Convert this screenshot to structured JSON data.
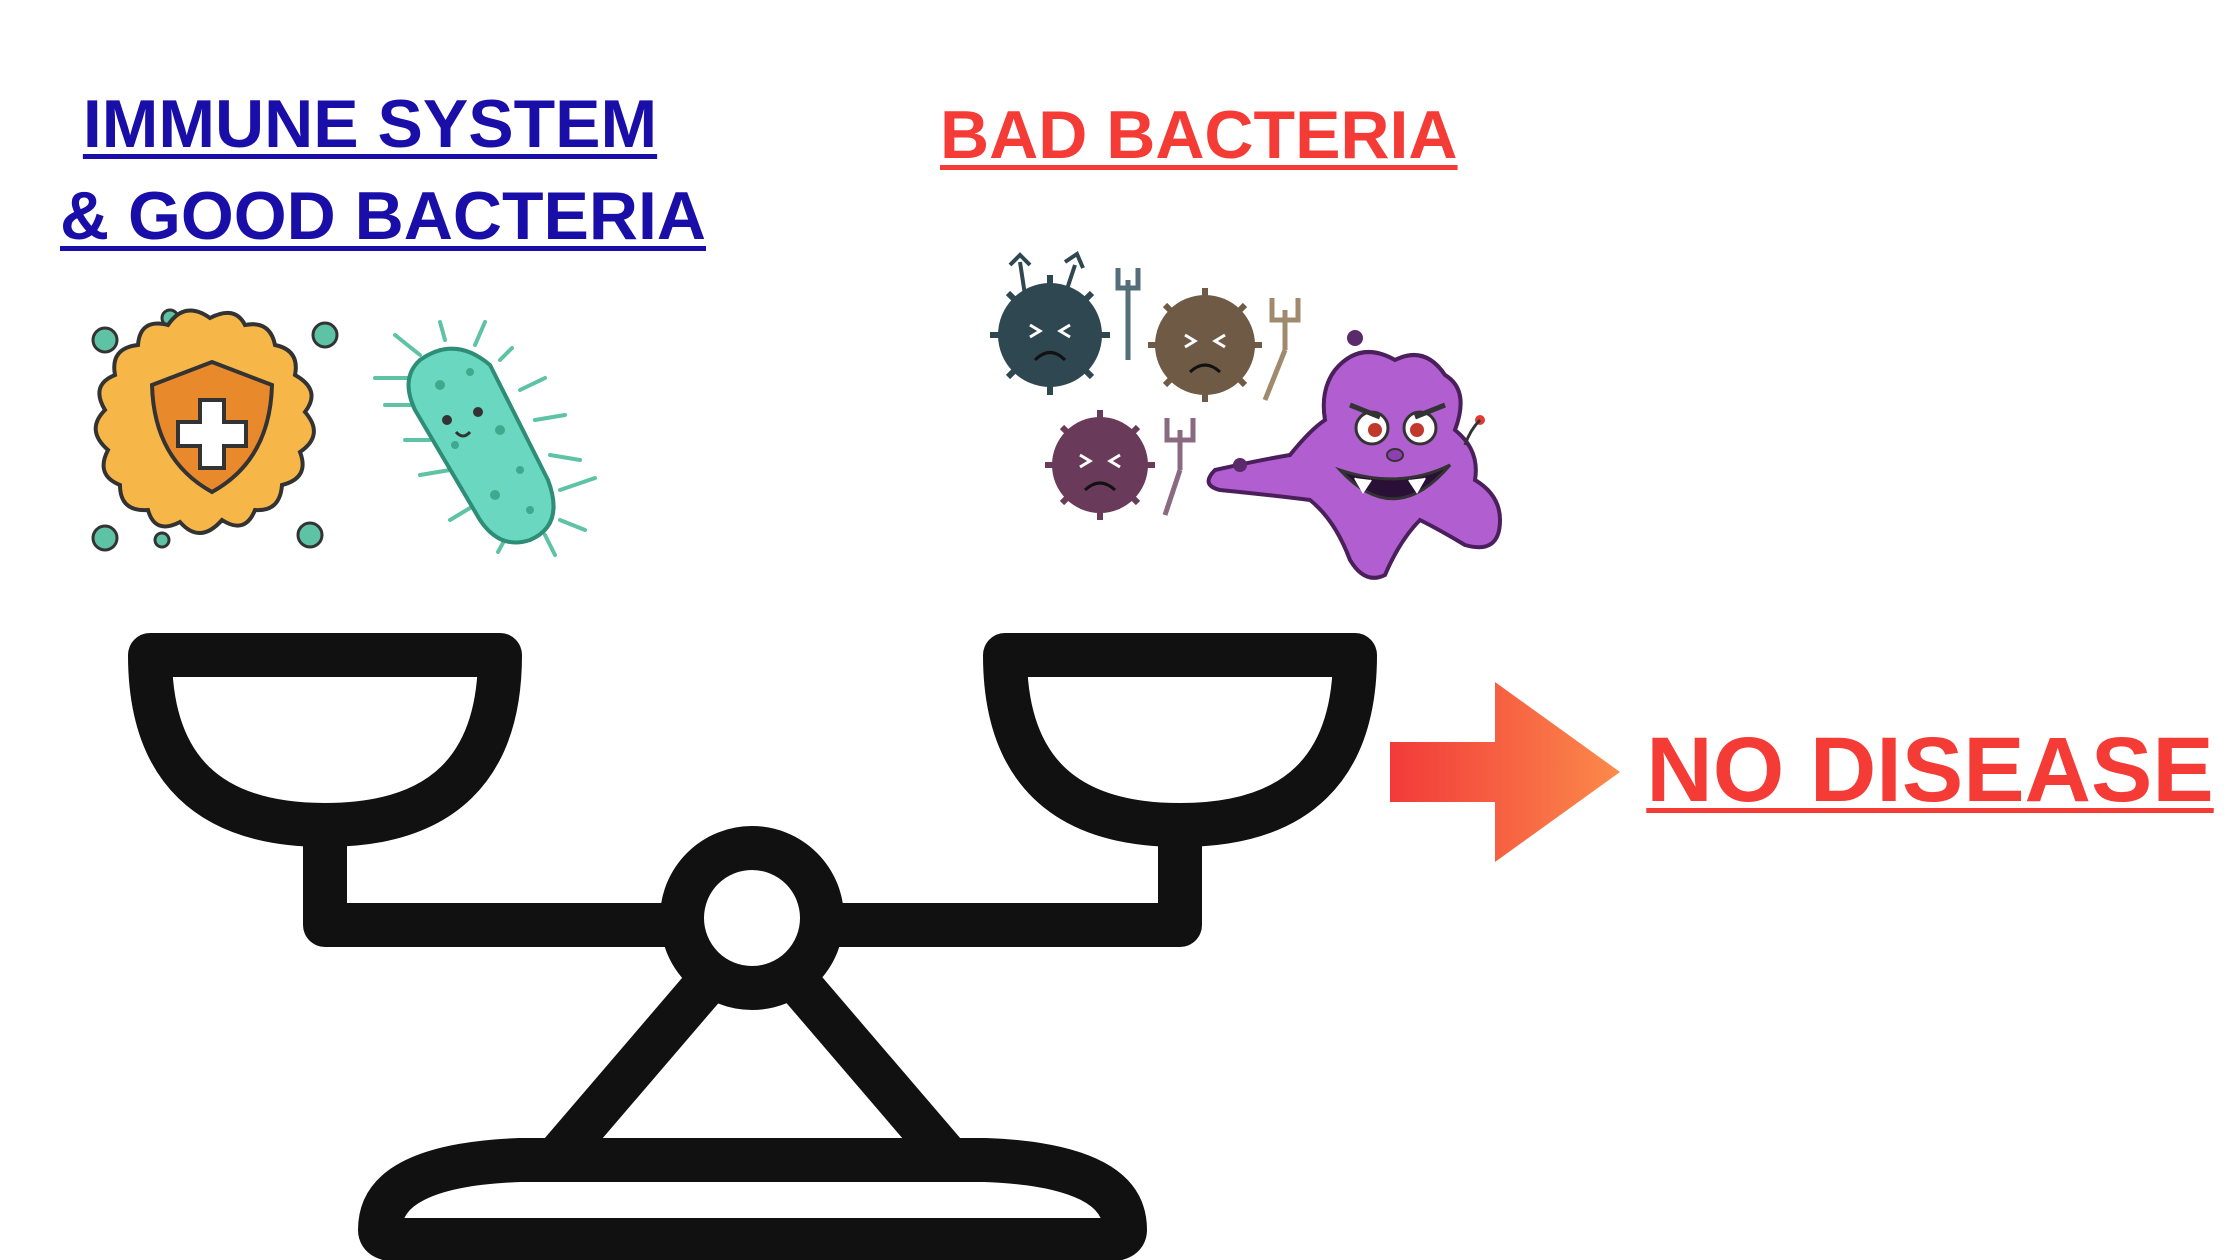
{
  "labels": {
    "good_line1": "IMMUNE SYSTEM",
    "good_line2": "& GOOD BACTERIA",
    "bad": "BAD BACTERIA",
    "result": "NO DISEASE"
  },
  "colors": {
    "good_text": "#1a0ea8",
    "bad_text": "#f53b36",
    "scale": "#111111",
    "arrow_start": "#f23a3a",
    "arrow_end": "#fb8a4a",
    "immune_cell": "#f7b748",
    "shield": "#e8892b",
    "good_bacterium": "#6ad8c0",
    "purple_germ": "#b15fd0"
  },
  "icons": [
    "immune-cell-icon",
    "good-bacterium-icon",
    "bad-bacteria-group-icon",
    "balance-scale-icon",
    "arrow-right-icon"
  ]
}
